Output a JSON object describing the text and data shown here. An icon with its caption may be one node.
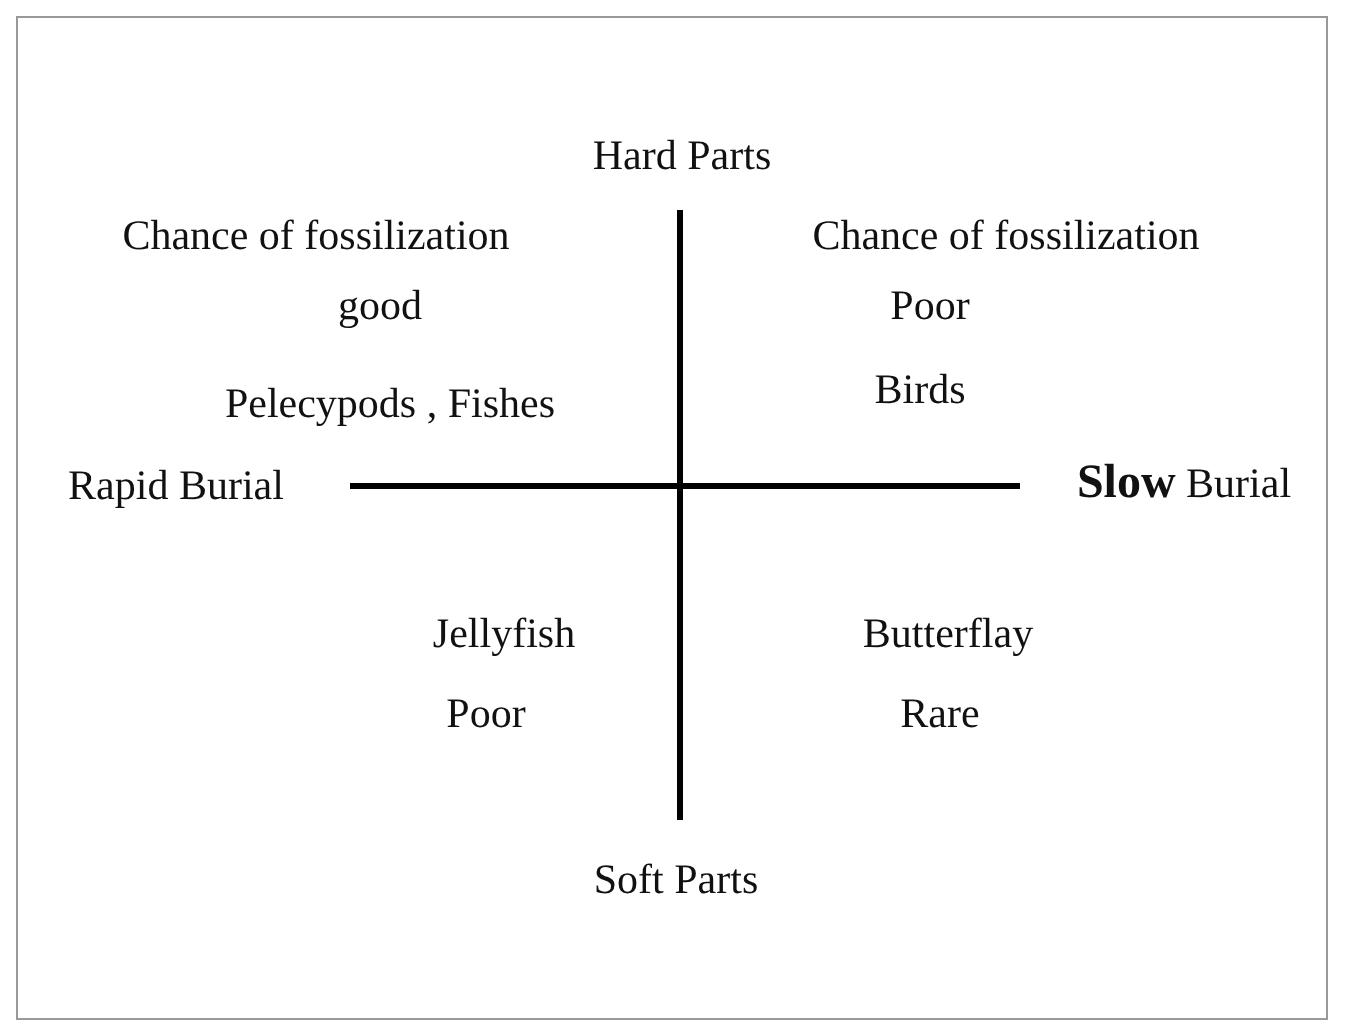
{
  "diagram": {
    "labels": [
      "Hard Parts",
      "Chance of fossilization",
      "Chance of fossilization",
      "good",
      "Poor",
      "Pelecypods , Fishes",
      "Birds",
      "Rapid Burial",
      "**Slow** Burial",
      "Jellyfish",
      "Butterflay",
      "Poor",
      "Rare",
      "Soft Parts"
    ]
  }
}
